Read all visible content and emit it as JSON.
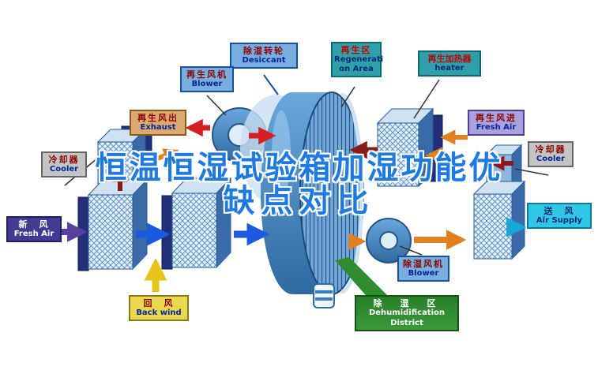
{
  "title": {
    "line1": "恒温恒湿试验箱加湿功能优",
    "line2": "缺点对比"
  },
  "labels": {
    "desiccant": {
      "zh": "除湿转轮",
      "en": "Desiccant"
    },
    "regeneration_area": {
      "zh": "再生区",
      "en": "Regenerati on Area"
    },
    "regen_blower": {
      "zh": "再生风机",
      "en": "Blower"
    },
    "regen_heater": {
      "zh": "再生加热器",
      "en": "heater"
    },
    "exhaust": {
      "zh": "再生风出",
      "en": "Exhaust"
    },
    "regen_fresh_air": {
      "zh": "再生风进",
      "en": "Fresh Air"
    },
    "cooler_left": {
      "zh": "冷却器",
      "en": "Cooler"
    },
    "cooler_right": {
      "zh": "冷却器",
      "en": "Cooler"
    },
    "fresh_air": {
      "zh": "新　风",
      "en": "Fresh Air"
    },
    "back_wind": {
      "zh": "回　风",
      "en": "Back wind"
    },
    "air_supply": {
      "zh": "送　风",
      "en": "Air Supply"
    },
    "dehumid_blower": {
      "zh": "除湿风机",
      "en": "Blower"
    },
    "dehumid_district": {
      "zh": "除　湿　区",
      "en": "Dehumidification District"
    }
  },
  "palette": {
    "title_blue": "#1f7ae0",
    "wheel_blue": "#4a8cc8",
    "label_blue_bg": "#79aede",
    "label_teal_bg": "#2fa0a8",
    "label_tan_bg": "#dcaa6e",
    "label_gray_bg": "#c4c4c4",
    "label_purple_bg": "#433a94",
    "label_yellow_bg": "#ead84e",
    "label_cyan_bg": "#30c6e8",
    "label_green_bg": "#2e8b2e",
    "arrow_red": "#d42020",
    "arrow_dark_red": "#8b1a1a",
    "arrow_orange": "#e08020",
    "arrow_blue": "#1a5ae0",
    "arrow_purple": "#5a3f9f",
    "arrow_yellow": "#e6c419",
    "arrow_green": "#2e8b2e",
    "arrow_cyan": "#18a8d8"
  }
}
